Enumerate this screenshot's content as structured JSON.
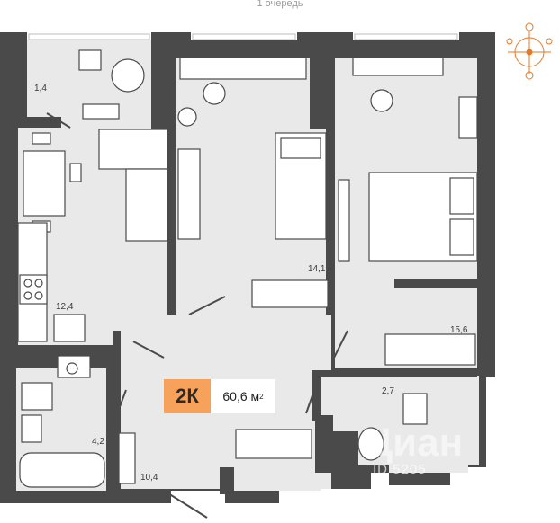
{
  "header": {
    "caption": "1 очередь"
  },
  "badge": {
    "rooms": "2К",
    "area_value": "60,6 м",
    "area_unit_sup": "2"
  },
  "rooms": {
    "balcony": "1,4",
    "kitchen": "12,4",
    "bedroom_small": "14,1",
    "bedroom_large": "15,6",
    "bathroom": "4,2",
    "wc": "2,7",
    "hall": "10,4"
  },
  "watermark": {
    "brand": "Циан",
    "id": "ID 5205"
  },
  "colors": {
    "wall": "#4a4a4a",
    "floor": "#e9e9e9",
    "furniture": "#ffffff",
    "accent": "#f7a25a"
  }
}
